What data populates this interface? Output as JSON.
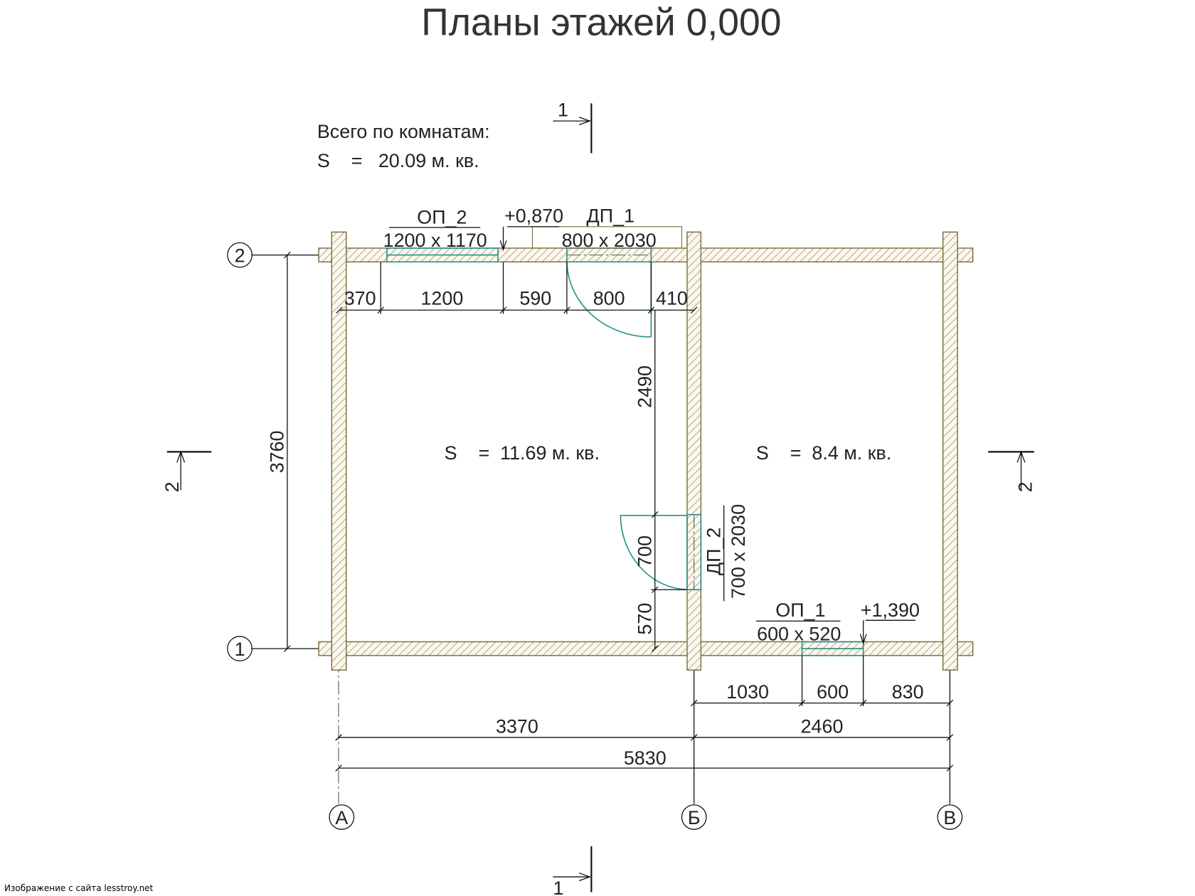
{
  "title": "Планы этажей 0,000",
  "summary": {
    "label": "Всего по комнатам:",
    "area": "S    =   20.09 м. кв."
  },
  "rooms": [
    {
      "area": "S    =  11.69 м. кв."
    },
    {
      "area": "S    =  8.4 м. кв."
    }
  ],
  "openings": {
    "op2": {
      "name": "ОП_2",
      "size": "1200 x 1170"
    },
    "dp1": {
      "name": "ДП_1",
      "size": "800 x 2030"
    },
    "dp2": {
      "name": "ДП_2",
      "size": "700 x 2030"
    },
    "op1": {
      "name": "ОП_1",
      "size": "600 x 520"
    }
  },
  "levels": {
    "top": "+0,870",
    "bottom": "+1,390"
  },
  "dims": {
    "top": [
      "370",
      "1200",
      "590",
      "800",
      "410"
    ],
    "vertical": [
      "2490",
      "700",
      "570"
    ],
    "overall_height": "3760",
    "bottom_row1": [
      "1030",
      "600",
      "830"
    ],
    "bottom_row2": [
      "3370",
      "2460"
    ],
    "total": "5830"
  },
  "axes": {
    "columns": [
      "А",
      "Б",
      "В"
    ],
    "rows": [
      "2",
      "1"
    ]
  },
  "sections": {
    "s1": "1",
    "s2": "2"
  },
  "watermark": "Изображение с сайта lesstroy.net",
  "colors": {
    "wall": "#7a6a3a",
    "opening": "#2b8c8c"
  }
}
